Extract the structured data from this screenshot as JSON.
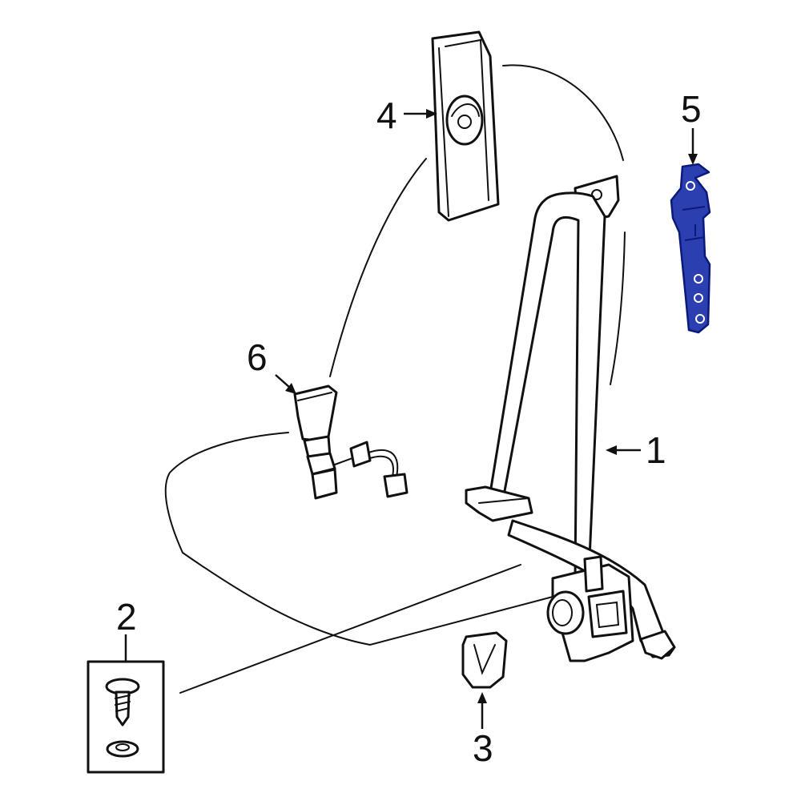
{
  "callouts": [
    {
      "id": "1",
      "label": "1"
    },
    {
      "id": "2",
      "label": "2"
    },
    {
      "id": "3",
      "label": "3"
    },
    {
      "id": "4",
      "label": "4"
    },
    {
      "id": "5",
      "label": "5"
    },
    {
      "id": "6",
      "label": "6"
    }
  ],
  "colors": {
    "line": "#111111",
    "background": "#ffffff",
    "highlight_part": "#2c3fb0",
    "highlight_stroke": "#0b1a7a"
  },
  "highlighted_part": "5"
}
